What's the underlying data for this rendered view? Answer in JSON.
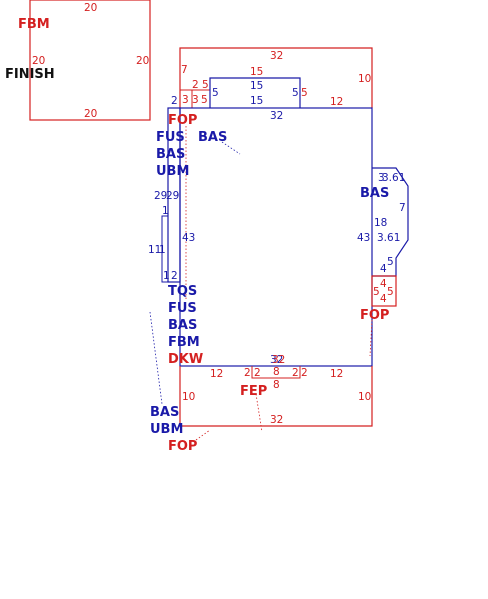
{
  "colors": {
    "red": "#d42020",
    "blue": "#1a1aa8",
    "black": "#111111"
  },
  "labels": {
    "fbm_top": "FBM",
    "finish": "FINISH",
    "fop_upper": "FOP",
    "fus_1": "FUS",
    "bas_1": "BAS",
    "ubm_1": "UBM",
    "bas_inside": "BAS",
    "bas_right": "BAS",
    "tqs": "TQS",
    "fus_2": "FUS",
    "bas_2": "BAS",
    "fbm_2": "FBM",
    "dkw": "DKW",
    "fop_right": "FOP",
    "fep": "FEP",
    "bas_bottom": "BAS",
    "ubm_bottom": "UBM",
    "fop_bottom": "FOP"
  },
  "dims": {
    "finish_top": "20",
    "finish_left": "20",
    "finish_right": "20",
    "finish_bottom": "20",
    "top_porch_width": "32",
    "top_porch_left": "7",
    "top_porch_right": "10",
    "top_porch_bottom_right": "12",
    "bump_width_a": "15",
    "bump_width_b": "15",
    "bump_width_c": "15",
    "bump_left": "5",
    "bump_left_2": "5",
    "bump_right": "5",
    "bump_right_2": "5",
    "bump_small_a": "2",
    "bump_small_b": "3",
    "bump_small_c": "5",
    "bump_small_d": "3",
    "main_top": "32",
    "main_top_left": "2",
    "main_left": "43",
    "main_right": "43",
    "main_bottom": "32",
    "main_bottom_2": "32",
    "strip_a": "29",
    "strip_b": "29",
    "strip_c": "1",
    "strip_d": "11",
    "strip_e": "1",
    "strip_f": "1",
    "strip_g": "2",
    "bay_top": "3",
    "bay_top_2": "3.61",
    "bay_right": "7",
    "bay_left": "18",
    "bay_bottom": "3.61",
    "bay_small": "5",
    "bay_small_2": "4",
    "rf_a": "4",
    "rf_b": "5",
    "rf_c": "5",
    "rf_d": "4",
    "bottom_12_left": "12",
    "bottom_12_right": "12",
    "bottom_2_a": "2",
    "bottom_2_b": "2",
    "bottom_2_c": "2",
    "bottom_2_d": "2",
    "bottom_8_a": "8",
    "bottom_8_b": "8",
    "bottom_left_10": "10",
    "bottom_right_10": "10",
    "bottom_width": "32"
  }
}
